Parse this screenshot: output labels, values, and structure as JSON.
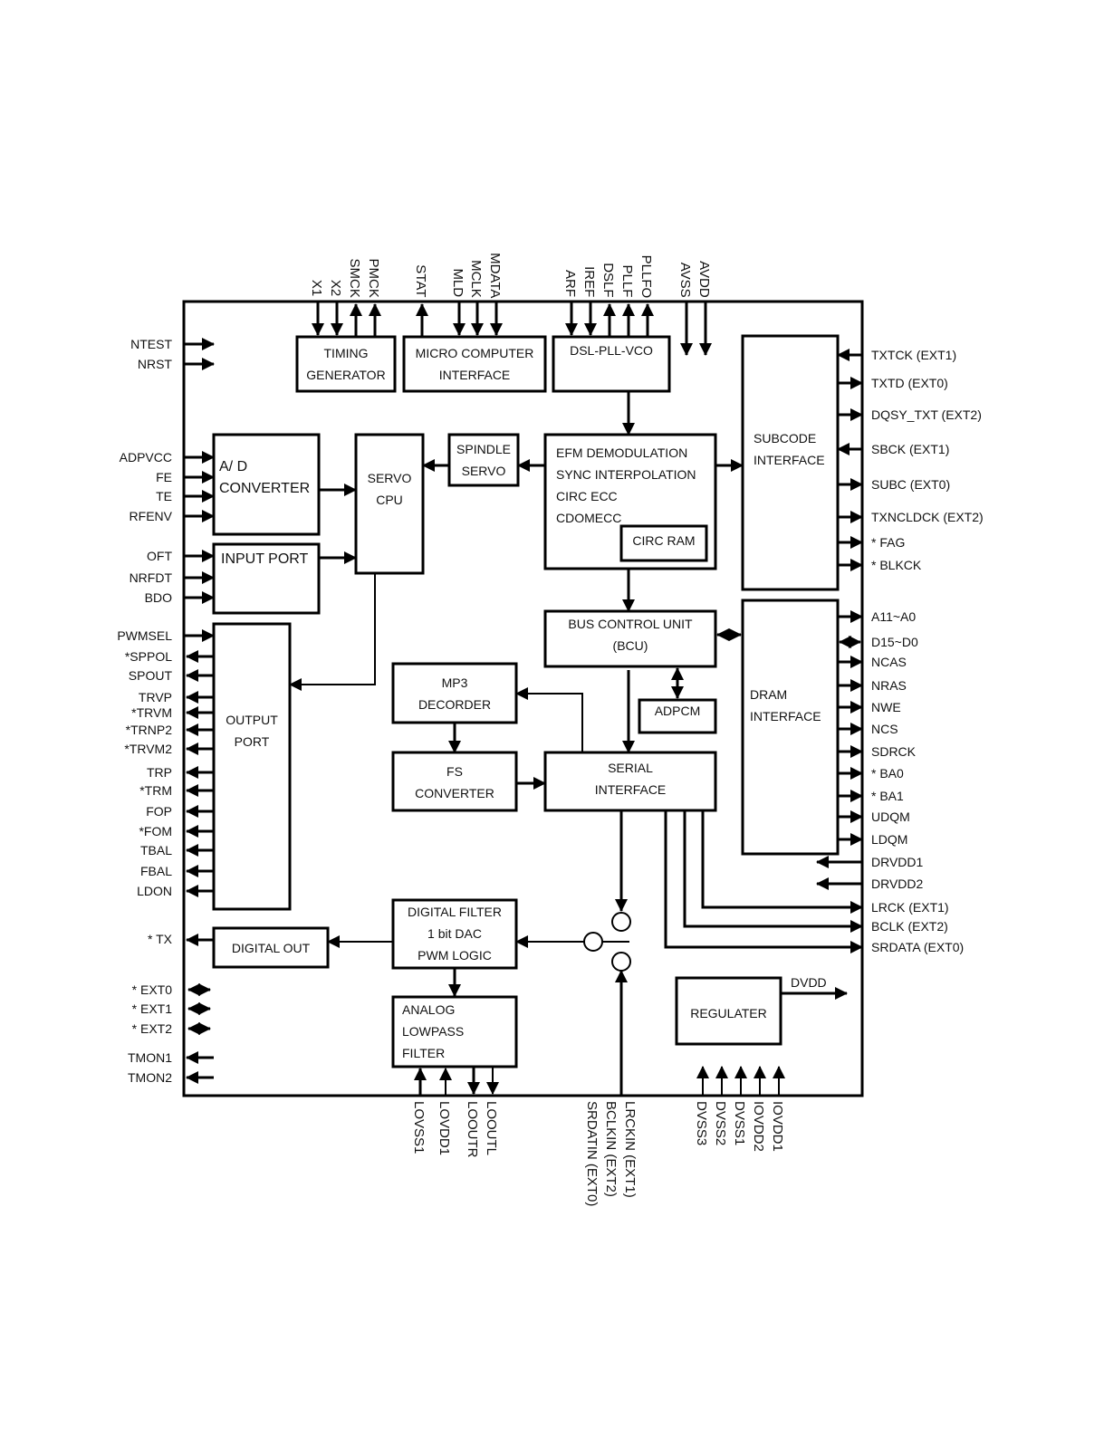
{
  "diagram": {
    "blocks": {
      "timing_generator": [
        "TIMING",
        "GENERATOR"
      ],
      "micro_computer_interface": [
        "MICRO COMPUTER",
        "INTERFACE"
      ],
      "dsl_pll_vco": [
        "DSL-PLL-VCO"
      ],
      "ad_converter": [
        "A/ D",
        "CONVERTER"
      ],
      "input_port": [
        "INPUT PORT"
      ],
      "servo_cpu": [
        "SERVO",
        "CPU"
      ],
      "spindle_servo": [
        "SPINDLE",
        "SERVO"
      ],
      "efm_block": [
        "EFM DEMODULATION",
        "SYNC INTERPOLATION",
        "CIRC ECC",
        "CDOMECC"
      ],
      "circ_ram": [
        "CIRC RAM"
      ],
      "subcode_interface": [
        "SUBCODE",
        "INTERFACE"
      ],
      "bus_control_unit": [
        "BUS CONTROL UNIT",
        "(BCU)"
      ],
      "dram_interface": [
        "DRAM",
        "INTERFACE"
      ],
      "adpcm": [
        "ADPCM"
      ],
      "mp3_decoder": [
        "MP3",
        "DECORDER"
      ],
      "fs_converter": [
        "FS",
        "CONVERTER"
      ],
      "serial_interface": [
        "SERIAL",
        "INTERFACE"
      ],
      "output_port": [
        "OUTPUT",
        "PORT"
      ],
      "digital_filter": [
        "DIGITAL FILTER",
        "1 bit DAC",
        "PWM LOGIC"
      ],
      "digital_out": [
        "DIGITAL OUT"
      ],
      "analog_lowpass_filter": [
        "ANALOG",
        "LOWPASS",
        "FILTER"
      ],
      "regulater": [
        "REGULATER"
      ]
    },
    "pins_top": [
      "X1",
      "X2",
      "SMCK",
      "PMCK",
      "STAT",
      "MLD",
      "MCLK",
      "MDATA",
      "ARF",
      "IREF",
      "DSLF",
      "PLLF",
      "PLLFO",
      "AVSS",
      "AVDD"
    ],
    "pins_left": {
      "test": [
        "NTEST",
        "NRST"
      ],
      "adc": [
        "ADPVCC",
        "FE",
        "TE",
        "RFENV"
      ],
      "input": [
        "OFT",
        "NRFDT",
        "BDO"
      ],
      "output": [
        "PWMSEL",
        "*SPPOL",
        "SPOUT",
        "TRVP",
        "*TRVM",
        "*TRNP2",
        "*TRVM2",
        "TRP",
        "*TRM",
        "FOP",
        "*FOM",
        "TBAL",
        "FBAL",
        "LDON"
      ],
      "tx": [
        "* TX"
      ],
      "ext": [
        "* EXT0",
        "* EXT1",
        "* EXT2"
      ],
      "tmon": [
        "TMON1",
        "TMON2"
      ]
    },
    "pins_right": {
      "subcode": [
        "TXTCK (EXT1)",
        "TXTD (EXT0)",
        "DQSY_TXT (EXT2)",
        "SBCK (EXT1)",
        "SUBC (EXT0)",
        "TXNCLDCK (EXT2)",
        "* FAG",
        "* BLKCK"
      ],
      "dram": [
        "A11~A0",
        "D15~D0",
        "NCAS",
        "NRAS",
        "NWE",
        "NCS",
        "SDRCK",
        "* BA0",
        "* BA1",
        "UDQM",
        "LDQM"
      ],
      "power": [
        "DRVDD1",
        "DRVDD2"
      ],
      "serial": [
        "LRCK (EXT1)",
        "BCLK (EXT2)",
        "SRDATA (EXT0)"
      ]
    },
    "pins_bottom": {
      "analog": [
        "LOVSS1",
        "LOVDD1",
        "LOOUTR",
        "LOOUTL"
      ],
      "serial_in": [
        "SRDATIN (EXT0)",
        "BCLKIN (EXT2)",
        "LRCKIN (EXT1)"
      ],
      "digital_power": [
        "DVSS3",
        "DVSS2",
        "DVSS1",
        "IOVDD2",
        "IOVDD1"
      ]
    },
    "dvdd_label": "DVDD"
  }
}
